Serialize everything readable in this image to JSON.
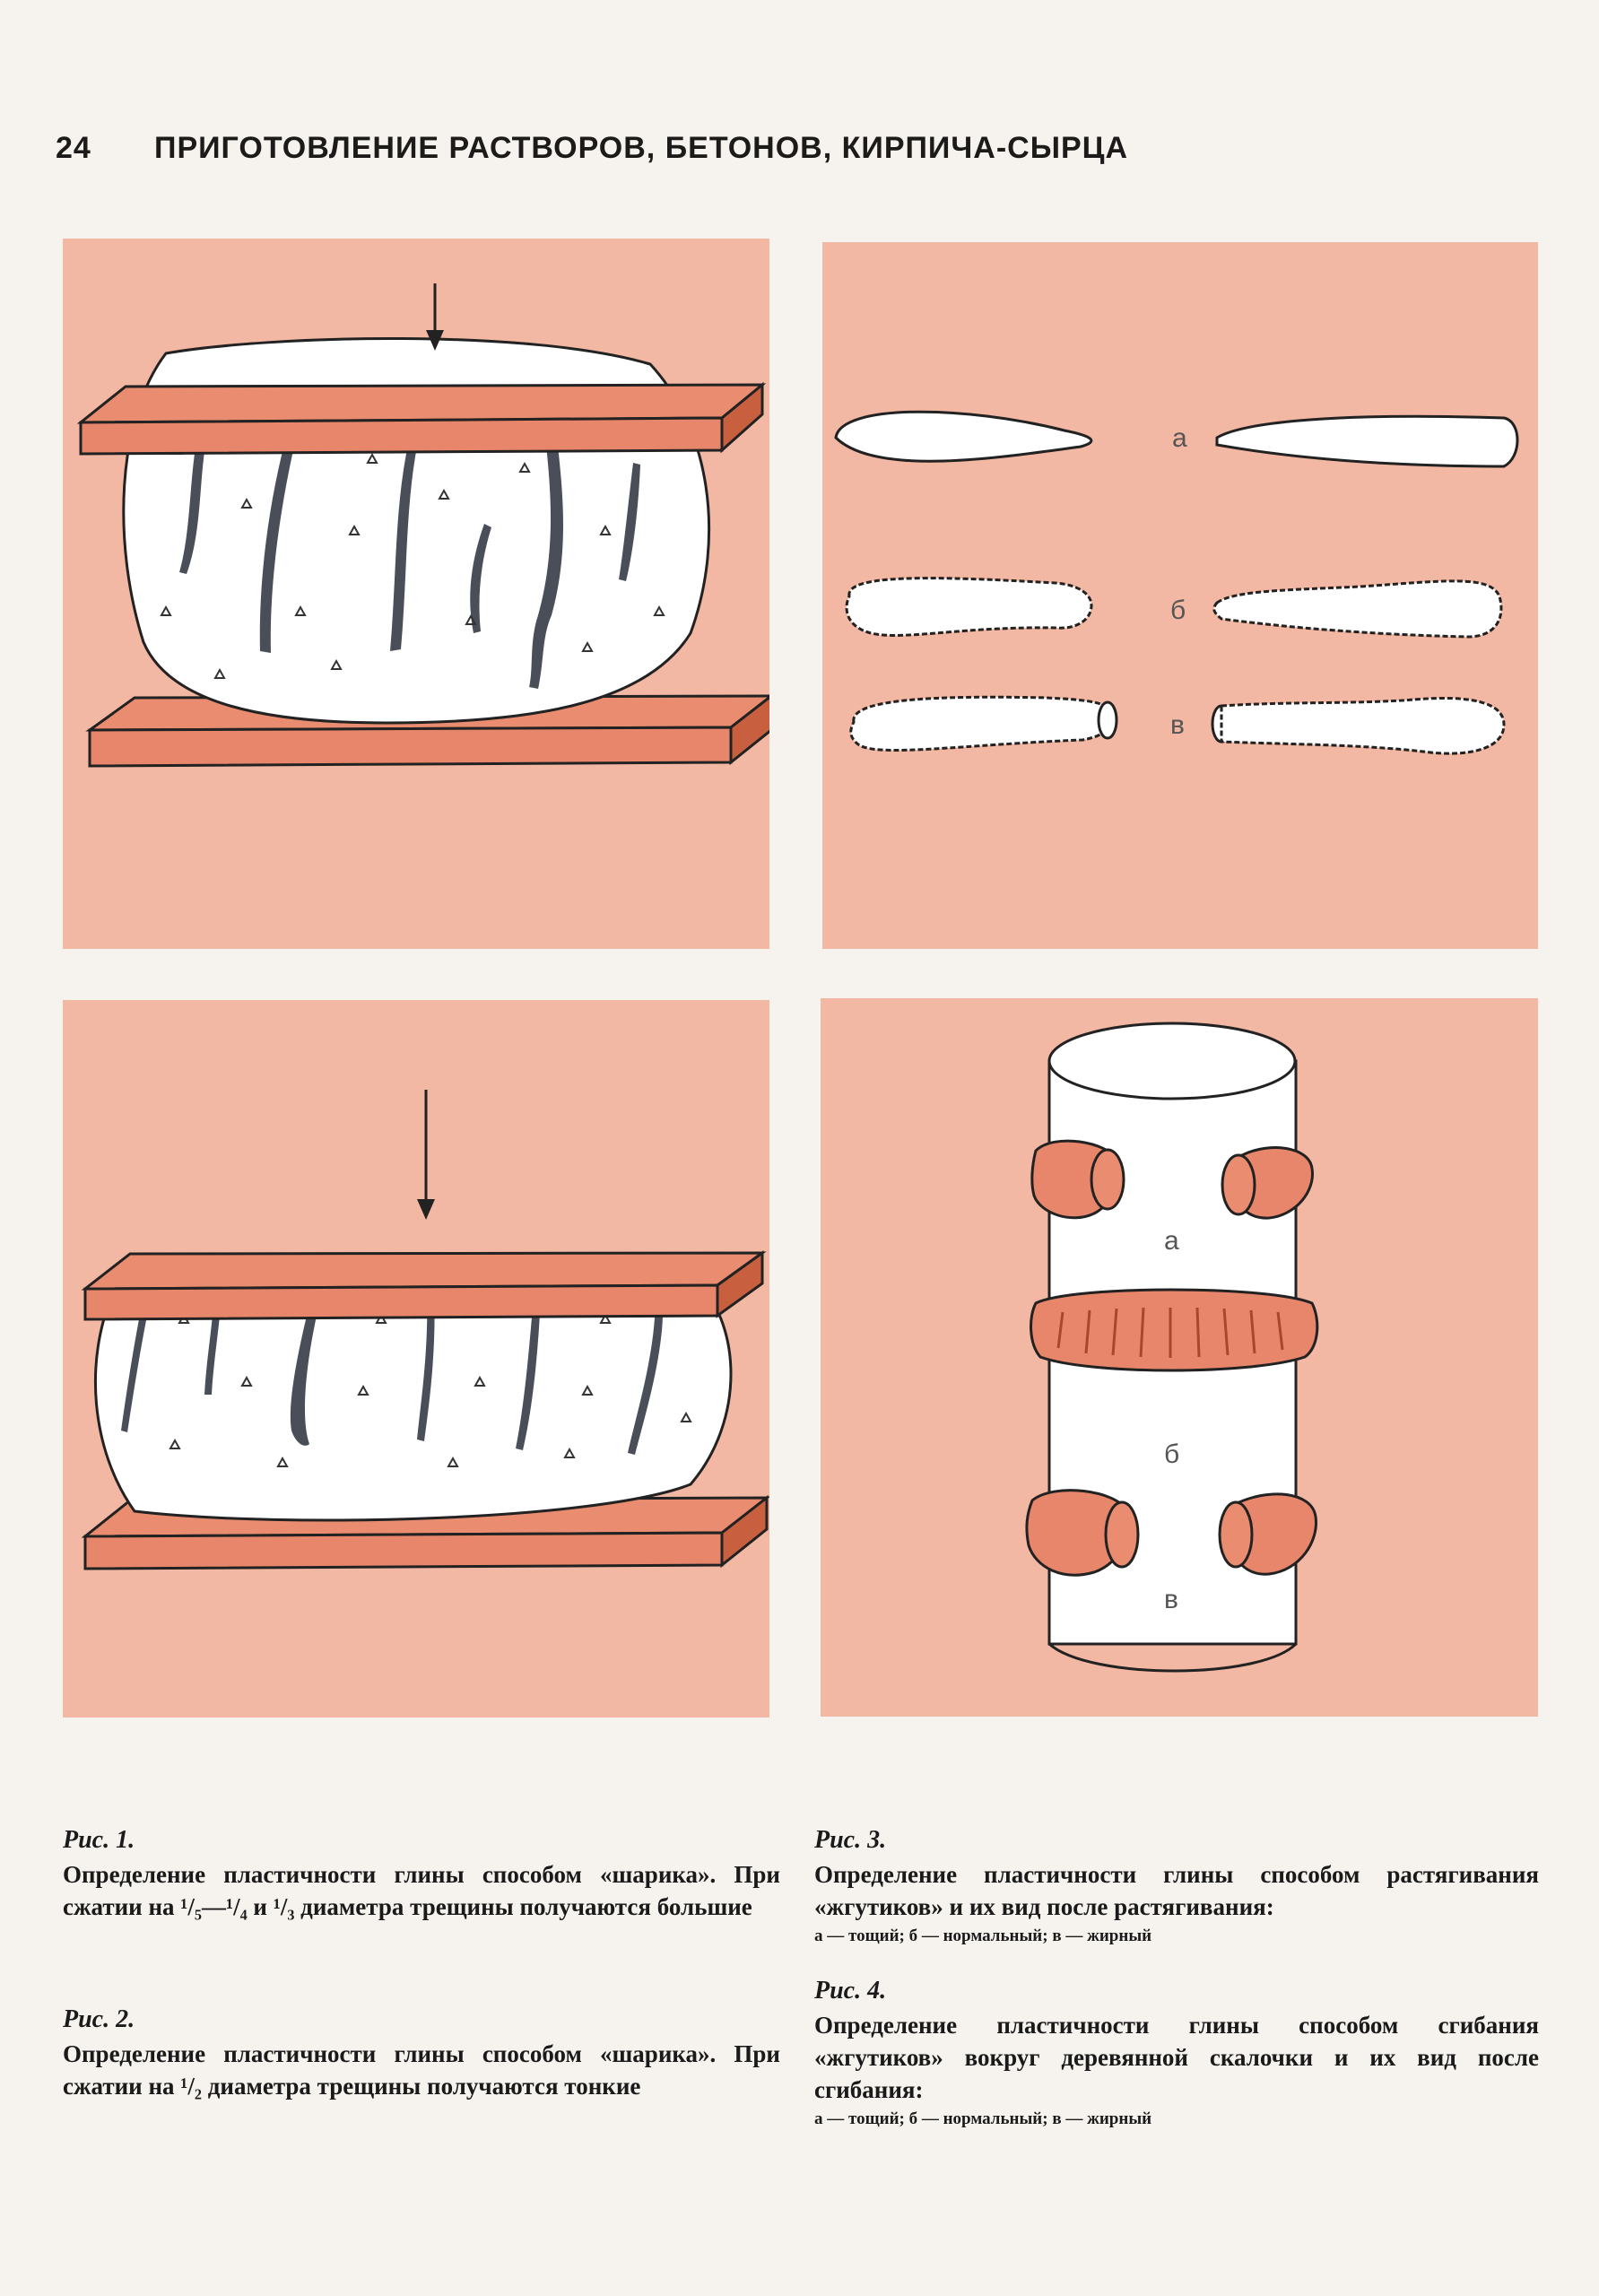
{
  "header": {
    "page_number": "24",
    "title": "ПРИГОТОВЛЕНИЕ РАСТВОРОВ, БЕТОНОВ, КИРПИЧА-СЫРЦА"
  },
  "figures": {
    "fig3": {
      "labels": [
        "а",
        "б",
        "в"
      ]
    },
    "fig4": {
      "labels": [
        "а",
        "б",
        "в"
      ]
    }
  },
  "captions": {
    "fig1": {
      "label": "Рис. 1.",
      "text": "Определение пластичности глины способом «шарика». При сжатии на ¹/₅—¹/₄ и ¹/₃ диаметра трещины получаются большие"
    },
    "fig2": {
      "label": "Рис. 2.",
      "text": "Определение пластичности глины способом «шарика». При сжатии на ¹/₂ диаметра трещины получаются тонкие"
    },
    "fig3": {
      "label": "Рис. 3.",
      "text": "Определение пластичности глины способом растягивания «жгутиков» и их вид после растягивания:",
      "legend": "а — тощий; б — нормальный; в — жирный"
    },
    "fig4": {
      "label": "Рис. 4.",
      "text": "Определение пластичности глины способом сгибания «жгутиков» вокруг деревянной скалочки и их вид после сгибания:",
      "legend": "а — тощий; б — нормальный; в — жирный"
    }
  },
  "colors": {
    "panel_background": "#f3b8a3",
    "board": "#e7866a",
    "board_edge": "#c8603f",
    "clay": "#ffffff",
    "crack": "#4a4e58"
  }
}
